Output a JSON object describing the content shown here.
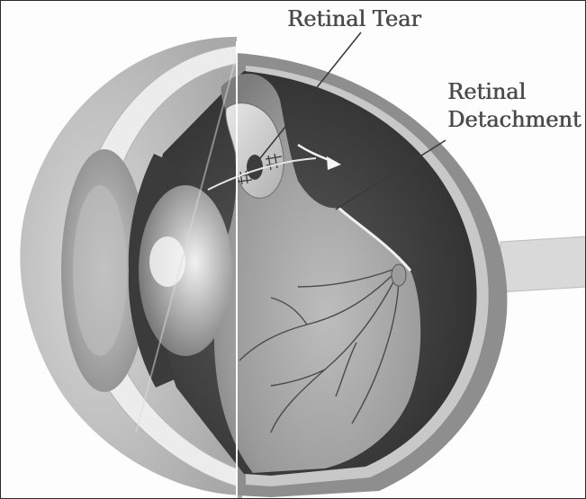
{
  "labels": {
    "retinal_tear": "Retinal Tear",
    "retinal_detachment_line1": "Retinal",
    "retinal_detachment_line2": "Detachment"
  }
}
